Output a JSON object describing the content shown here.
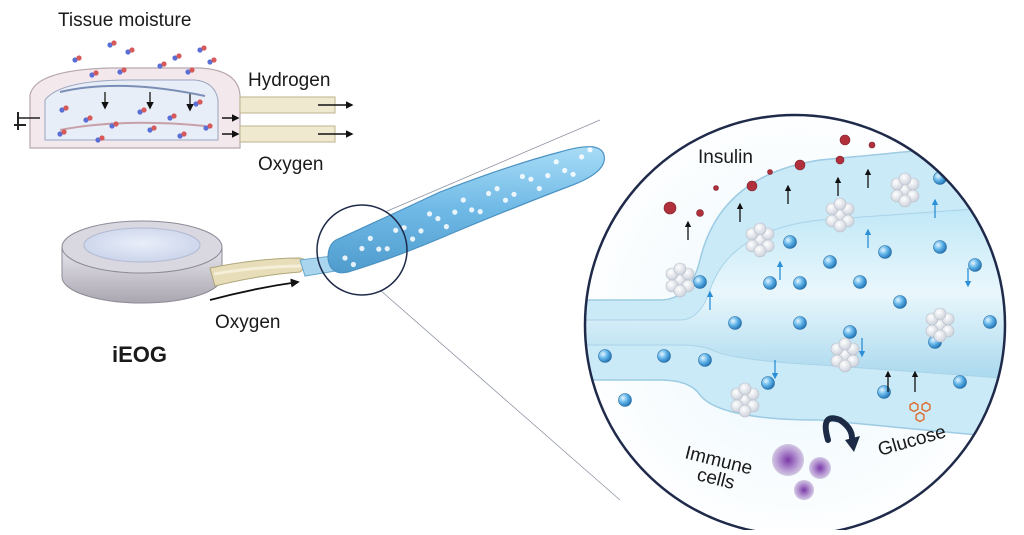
{
  "labels": {
    "tissue_moisture": "Tissue moisture",
    "hydrogen": "Hydrogen",
    "oxygen_top": "Oxygen",
    "oxygen_flow": "Oxygen",
    "device_name": "iEOG",
    "insulin": "Insulin",
    "immune_line1": "Immune",
    "immune_line2": "cells",
    "glucose": "Glucose"
  },
  "colors": {
    "hydrogen_molecule": "#5a6fd6",
    "oxygen_molecule": "#d65a5a",
    "tube_fill": "#7cc4ec",
    "circle_border": "#1f2a4a",
    "insulin_molecule": "#b0303c",
    "glucose_molecule": "#e06a2a",
    "immune_cell": "#7a3aa8"
  }
}
